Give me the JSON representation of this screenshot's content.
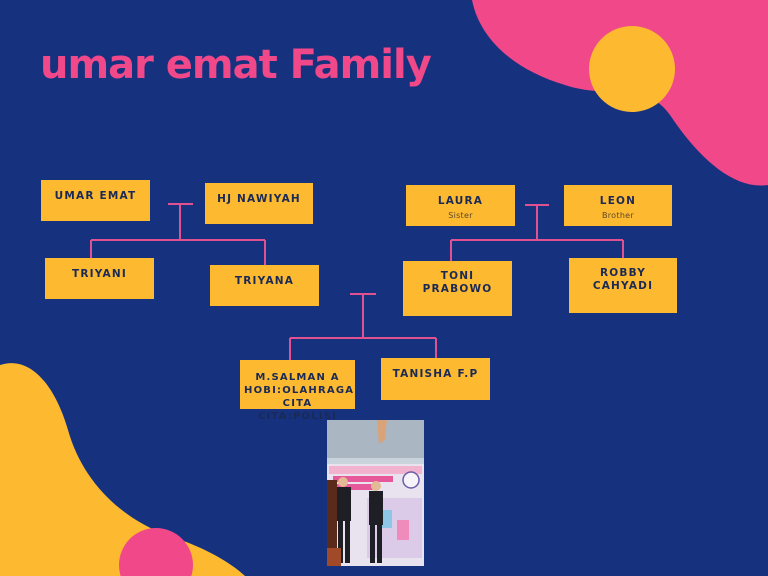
{
  "title": "umar emat Family",
  "colors": {
    "background": "#16327f",
    "accent_pink": "#f1488a",
    "accent_yellow": "#fdb92f",
    "connector": "#e0528f"
  },
  "members": {
    "umar_emat": {
      "name": "UMAR EMAT"
    },
    "hj_nawiyah": {
      "name": "HJ NAWIYAH"
    },
    "triyani": {
      "name": "TRIYANI"
    },
    "triyana": {
      "name": "TRIYANA"
    },
    "laura": {
      "name": "LAURA",
      "relation": "Sister"
    },
    "leon": {
      "name": "LEON",
      "relation": "Brother"
    },
    "toni": {
      "name_line1": "TONI",
      "name_line2": "PRABOWO"
    },
    "robby": {
      "name_line1": "ROBBY",
      "name_line2": "CAHYADI"
    },
    "salman": {
      "line1": "M.SALMAN A",
      "line2": "HOBI:OLAHRAGA",
      "line3": "CITA CITA:POLISI"
    },
    "tanisha": {
      "name": "TANISHA F.P"
    }
  },
  "photo": {
    "subject": "photo of two young men in suits in front of an event banner"
  }
}
